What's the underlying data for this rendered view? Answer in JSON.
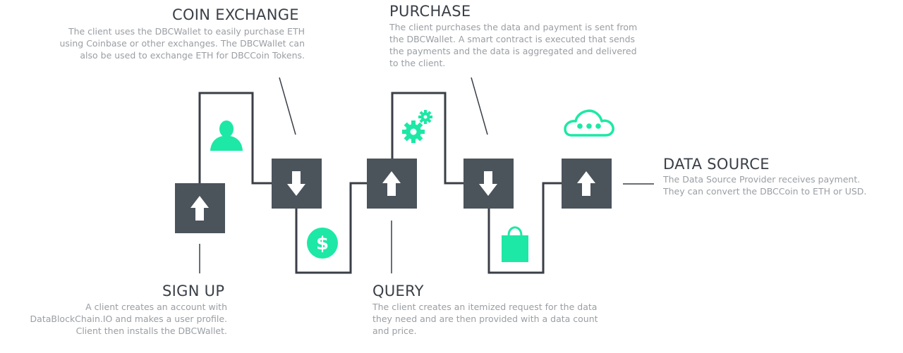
{
  "colors": {
    "box": "#4b535b",
    "line": "#3a3f47",
    "accent": "#1de8a5",
    "heading": "#3a3f47",
    "text": "#9a9ea3"
  },
  "steps": {
    "coin_exchange": {
      "title": "COIN EXCHANGE",
      "lines": [
        "The client uses the DBCWallet to easily purchase ETH",
        "using  Coinbase or other exchanges. The DBCWallet can",
        "also be used to exchange ETH for DBCCoin Tokens."
      ]
    },
    "purchase": {
      "title": "PURCHASE",
      "lines": [
        "The client purchases the data and payment is sent from",
        "the DBCWallet. A smart contract is executed that sends",
        "the payments and the data is aggregated and delivered",
        "to the client."
      ]
    },
    "data_source": {
      "title": "DATA SOURCE",
      "lines": [
        "The Data Source Provider receives payment.",
        "They can convert the DBCCoin to ETH or USD."
      ]
    },
    "sign_up": {
      "title": "SIGN UP",
      "lines": [
        "A client creates an account with",
        "DataBlockChain.IO and makes a user profile.",
        "Client then installs the DBCWallet."
      ]
    },
    "query": {
      "title": "QUERY",
      "lines": [
        "The client creates an itemized request for the data",
        "they need and are then provided with a data count",
        "and price."
      ]
    }
  },
  "icons": {
    "box_1": "arrow-up-icon",
    "box_2": "arrow-down-icon",
    "box_3": "arrow-up-icon",
    "box_4": "arrow-down-icon",
    "box_5": "arrow-up-icon",
    "user": "user-icon",
    "dollar": "dollar-coin-icon",
    "gears": "gears-icon",
    "bag": "shopping-bag-icon",
    "cloud": "cloud-icon"
  }
}
